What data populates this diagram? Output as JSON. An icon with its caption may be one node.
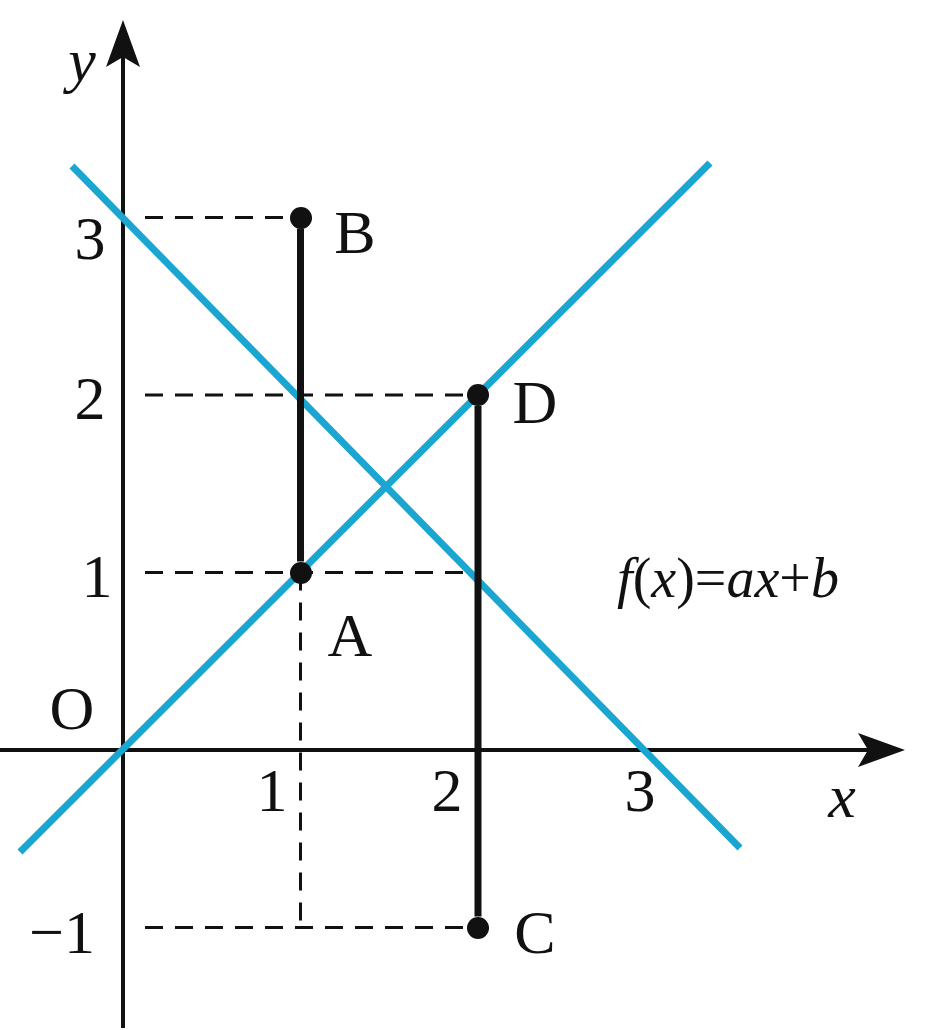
{
  "diagram": {
    "nodes": [
      {
        "text": [],
        "shape": "circle",
        "beside": [
          "B"
        ]
      },
      {
        "text": [],
        "shape": "circle",
        "beside": [
          "D"
        ]
      },
      {
        "text": [],
        "shape": "circle",
        "beside": [
          "A"
        ]
      },
      {
        "text": [],
        "shape": "circle",
        "beside": [
          "C"
        ]
      }
    ],
    "edges": [
      {
        "from": 0,
        "to": 2,
        "arrow": "none"
      },
      {
        "from": 1,
        "to": 3,
        "arrow": "none"
      }
    ],
    "labels": [
      "y",
      "3",
      "2",
      "1",
      "*f*(*x*)=*ax*+*b*",
      "O",
      "1",
      "2",
      "3",
      "x",
      "−1"
    ]
  }
}
